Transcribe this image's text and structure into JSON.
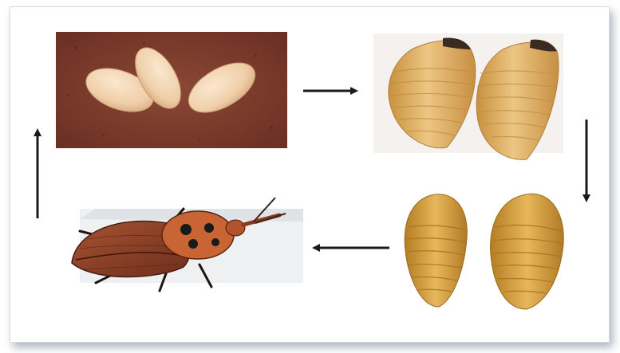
{
  "diagram": {
    "stages": [
      {
        "name": "egg",
        "icon": "eggs-photo-icon"
      },
      {
        "name": "larva",
        "icon": "larvae-photo-icon"
      },
      {
        "name": "pupa",
        "icon": "pupae-photo-icon"
      },
      {
        "name": "adult",
        "icon": "weevil-photo-icon"
      }
    ],
    "arrows": [
      "egg-to-larva",
      "larva-to-pupa",
      "pupa-to-adult",
      "adult-to-egg"
    ],
    "colors": {
      "soil": "#7a3a2a",
      "egg": "#f0d3b0",
      "larva": "#e3b86c",
      "larva_head": "#3a2a22",
      "pupa": "#d9a63a",
      "weevil_body": "#b4532b",
      "weevil_spot": "#1a1a1a",
      "arrow": "#1a1a1a",
      "frame_shadow": "#6e788c"
    }
  }
}
